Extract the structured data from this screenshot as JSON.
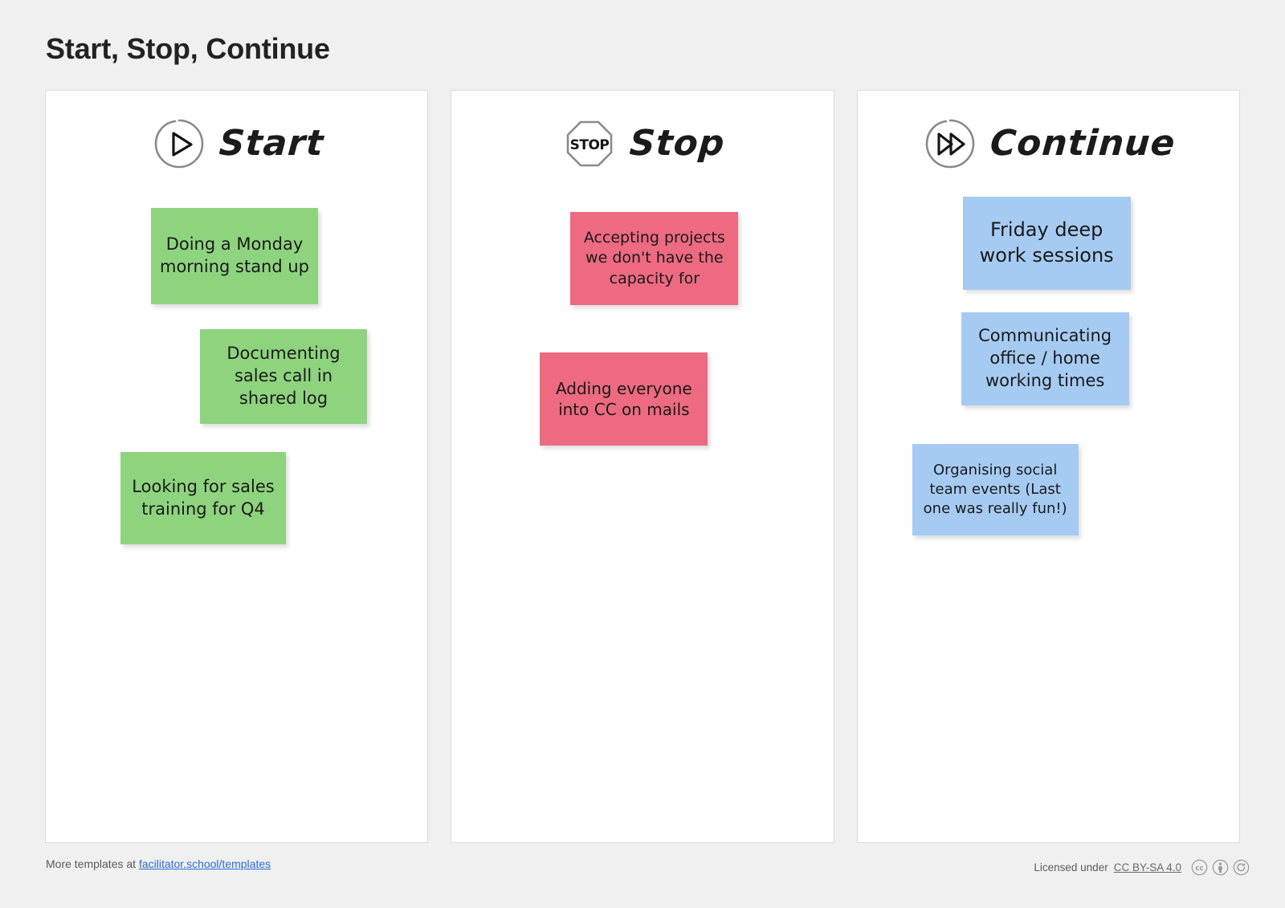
{
  "page": {
    "title": "Start, Stop, Continue",
    "background_color": "#f0f0f0"
  },
  "columns": [
    {
      "id": "start",
      "title": "Start",
      "icon": "play-circle-icon",
      "note_color": "#8ed47e",
      "notes": [
        {
          "text": "Doing a Monday morning stand up",
          "font_size": 21
        },
        {
          "text": "Documenting sales call in shared log",
          "font_size": 21
        },
        {
          "text": "Looking for sales training for Q4",
          "font_size": 21
        }
      ]
    },
    {
      "id": "stop",
      "title": "Stop",
      "icon": "stop-sign-icon",
      "icon_label": "STOP",
      "note_color": "#ee6a80",
      "notes": [
        {
          "text": "Accepting projects we don't have the capacity for",
          "font_size": 19
        },
        {
          "text": "Adding everyone into CC on mails",
          "font_size": 20
        }
      ]
    },
    {
      "id": "continue",
      "title": "Continue",
      "icon": "fast-forward-circle-icon",
      "note_color": "#a6cbf2",
      "notes": [
        {
          "text": "Friday deep work sessions",
          "font_size": 24
        },
        {
          "text": "Communicating office / home working times",
          "font_size": 21
        },
        {
          "text": "Organising social team events (Last one was really fun!)",
          "font_size": 18
        }
      ]
    }
  ],
  "footer": {
    "left_prefix": "More templates at ",
    "left_link": "facilitator.school/templates",
    "license_prefix": "Licensed under ",
    "license_link": "CC BY-SA 4.0",
    "badges": [
      "cc-icon",
      "by-person-icon",
      "sa-share-alike-icon"
    ]
  }
}
